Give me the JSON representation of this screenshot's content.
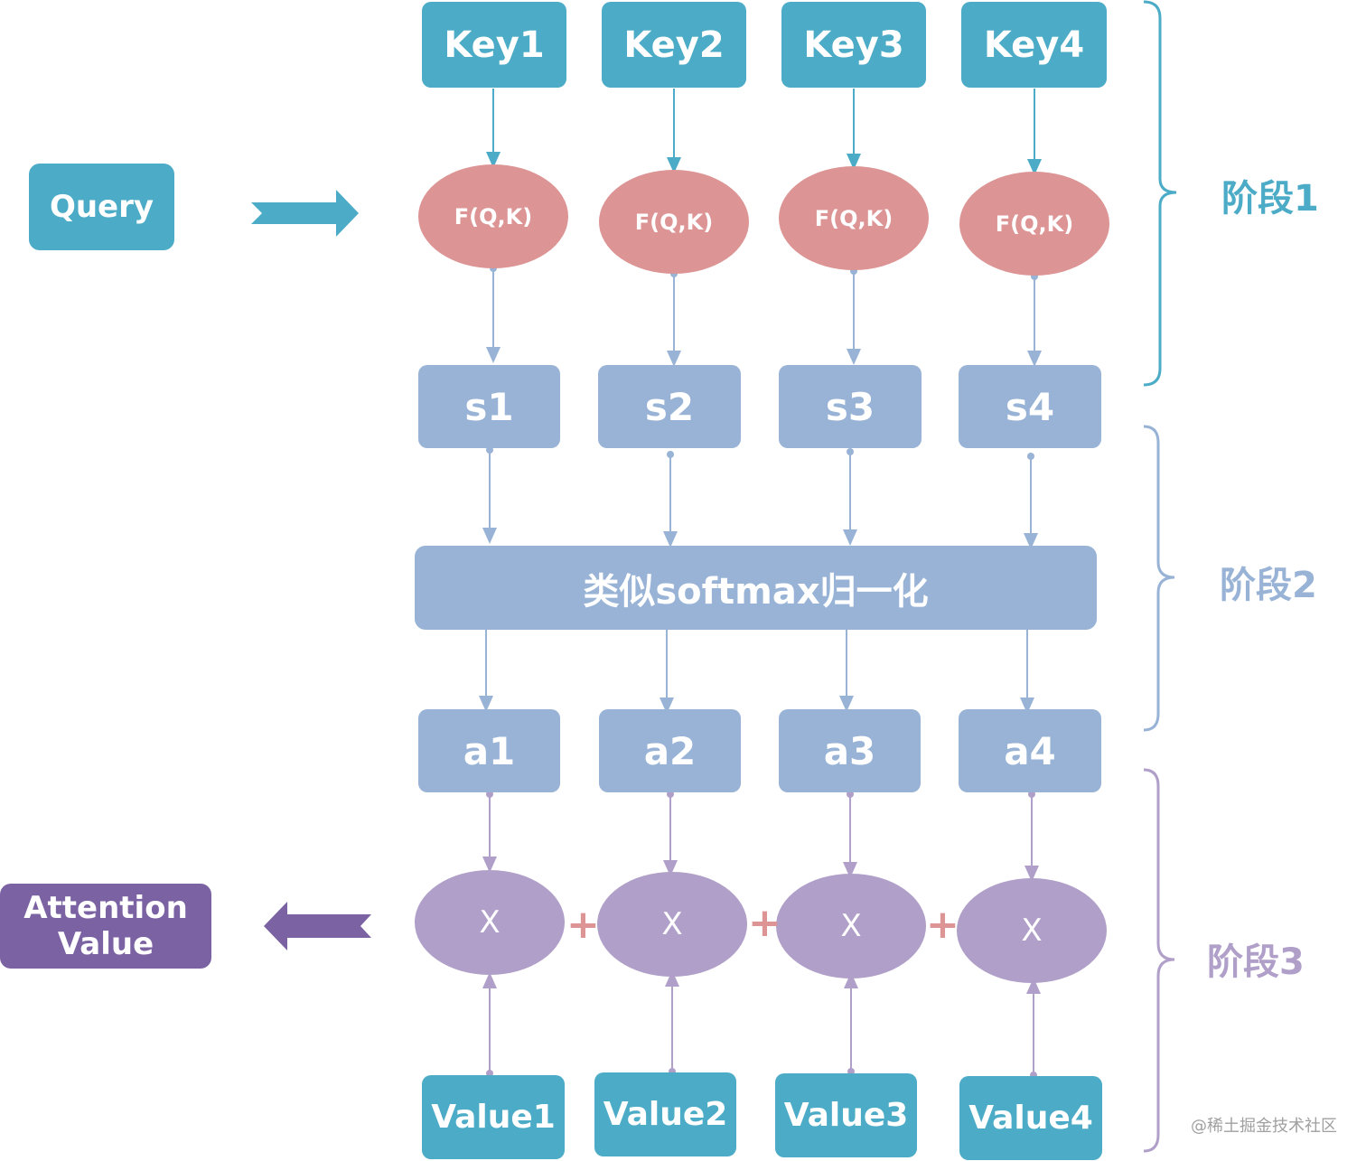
{
  "keys": [
    "Key1",
    "Key2",
    "Key3",
    "Key4"
  ],
  "query": "Query",
  "score_function": [
    "F(Q,K)",
    "F(Q,K)",
    "F(Q,K)",
    "F(Q,K)"
  ],
  "scores": [
    "s1",
    "s2",
    "s3",
    "s4"
  ],
  "normalization": "类似softmax归一化",
  "weights": [
    "a1",
    "a2",
    "a3",
    "a4"
  ],
  "multiply": [
    "X",
    "X",
    "X",
    "X"
  ],
  "plus_signs": [
    "+",
    "+",
    "+"
  ],
  "values": [
    "Value1",
    "Value2",
    "Value3",
    "Value4"
  ],
  "output": {
    "line1": "Attention",
    "line2": "Value"
  },
  "stages": [
    "阶段1",
    "阶段2",
    "阶段3"
  ],
  "watermark": "@稀土掘金技术社区",
  "colors": {
    "teal": "#4cabc6",
    "blue": "#98b3d6",
    "pink": "#dc9494",
    "lavender": "#b09fc8",
    "purple": "#7b62a3"
  }
}
